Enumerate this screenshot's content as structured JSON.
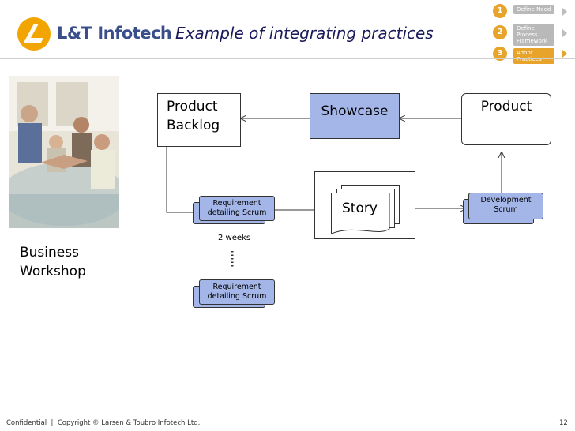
{
  "header": {
    "logo_text": "L&T Infotech",
    "title": "Example of integrating practices"
  },
  "steps": [
    {
      "number": "1",
      "label": "Define Need",
      "active": false
    },
    {
      "number": "2",
      "label": "Define Process Framework",
      "active": false
    },
    {
      "number": "3",
      "label": "Adopt Practices",
      "active": true
    }
  ],
  "diagram": {
    "business_workshop": "Business Workshop",
    "product_backlog_line1": "Product",
    "product_backlog_line2": "Backlog",
    "showcase": "Showcase",
    "product": "Product",
    "story": "Story",
    "req_scrum_1": "Requirement detailing Scrum",
    "two_weeks": "2 weeks",
    "req_scrum_2": "Requirement detailing Scrum",
    "dev_scrum": "Development Scrum"
  },
  "footer": {
    "copyright": "Confidential  |  Copyright © Larsen & Toubro Infotech Ltd.",
    "page_number": "12"
  },
  "colors": {
    "scrum_fill": "#a4b6e8",
    "showcase_fill": "#a4b6e8",
    "accent": "#e8a32a",
    "logo_text": "#3a4e8c"
  }
}
